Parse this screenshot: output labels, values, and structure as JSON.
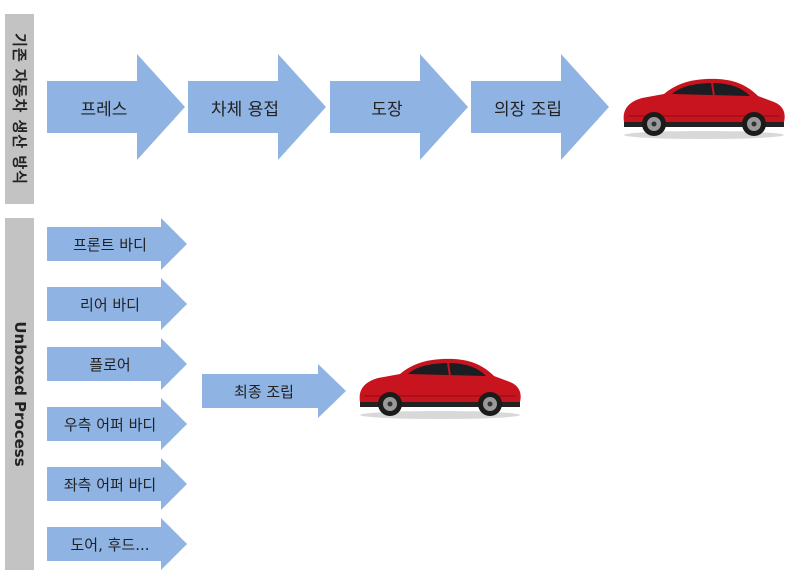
{
  "traditional": {
    "label": "기존 자동차 생산 방식",
    "steps": [
      "프레스",
      "차체 용접",
      "도장",
      "의장 조립"
    ]
  },
  "unboxed": {
    "label": "Unboxed Process",
    "modules": [
      "프론트 바디",
      "리어 바디",
      "플로어",
      "우측 어퍼 바디",
      "좌측 어퍼 바디",
      "도어, 후드..."
    ],
    "final_step": "최종 조립"
  },
  "colors": {
    "arrow": "#8fb3e3",
    "sidebar": "#c3c3c3",
    "car": "#c8141e"
  }
}
